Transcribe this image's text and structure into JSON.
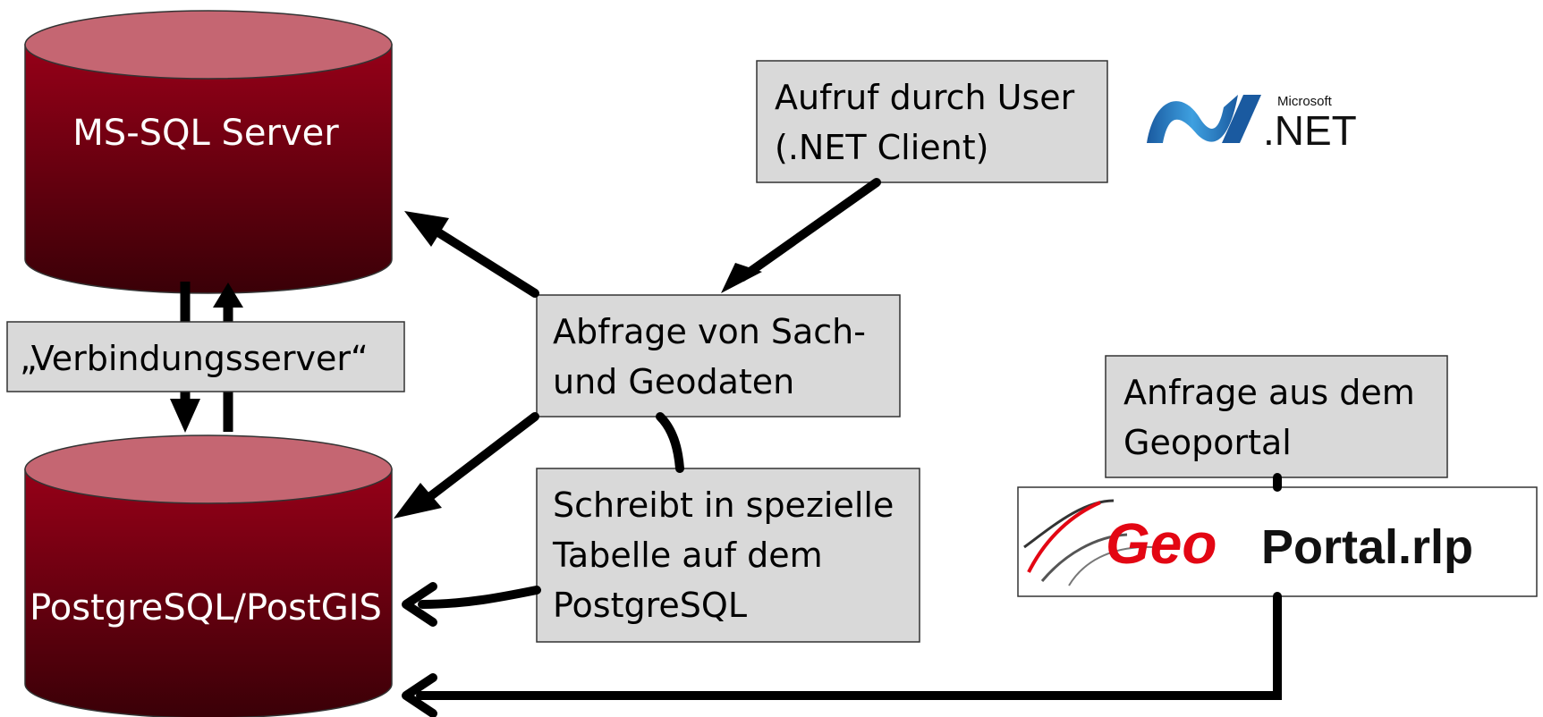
{
  "databases": {
    "mssql": {
      "label": "MS-SQL Server"
    },
    "postgres": {
      "label": "PostgreSQL/PostGIS"
    }
  },
  "boxes": {
    "verbindungsserver": {
      "line1": "„Verbindungsserver“"
    },
    "aufruf": {
      "line1": "Aufruf durch User",
      "line2": "(.NET Client)"
    },
    "abfrage": {
      "line1": "Abfrage von Sach-",
      "line2": "und Geodaten"
    },
    "schreibt": {
      "line1": "Schreibt in spezielle",
      "line2": "Tabelle auf dem",
      "line3": "PostgreSQL"
    },
    "anfrage": {
      "line1": "Anfrage aus dem",
      "line2": "Geoportal"
    }
  },
  "logos": {
    "dotnet": {
      "small": "Microsoft",
      "big": ".NET"
    },
    "geoportal": {
      "red": "Geo",
      "black": "Portal.rlp"
    }
  },
  "colors": {
    "db_top": "#c56672",
    "db_body_top": "#960018",
    "db_body_bottom": "#3a0007",
    "box_fill": "#d9d9d9",
    "arrow": "#000000"
  }
}
